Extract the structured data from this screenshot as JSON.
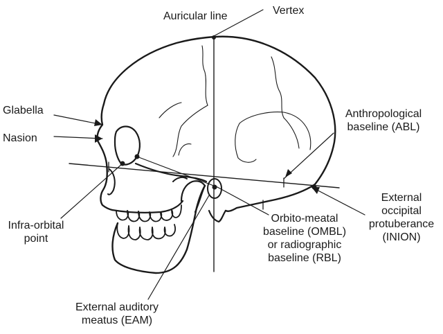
{
  "labels": {
    "auricular_line": "Auricular line",
    "vertex": "Vertex",
    "glabella": "Glabella",
    "nasion": "Nasion",
    "abl_1": "Anthropological",
    "abl_2": "baseline (ABL)",
    "inion_1": "External",
    "inion_2": "occipital",
    "inion_3": "protuberance",
    "inion_4": "(INION)",
    "infra_1": "Infra-orbital",
    "infra_2": "point",
    "ombl_1": "Orbito-meatal",
    "ombl_2": "baseline (OMBL)",
    "ombl_3": "or radiographic",
    "ombl_4": "baseline (RBL)",
    "eam_1": "External auditory",
    "eam_2": "meatus (EAM)"
  },
  "style": {
    "ink": "#1a1a1a",
    "background": "#ffffff"
  }
}
